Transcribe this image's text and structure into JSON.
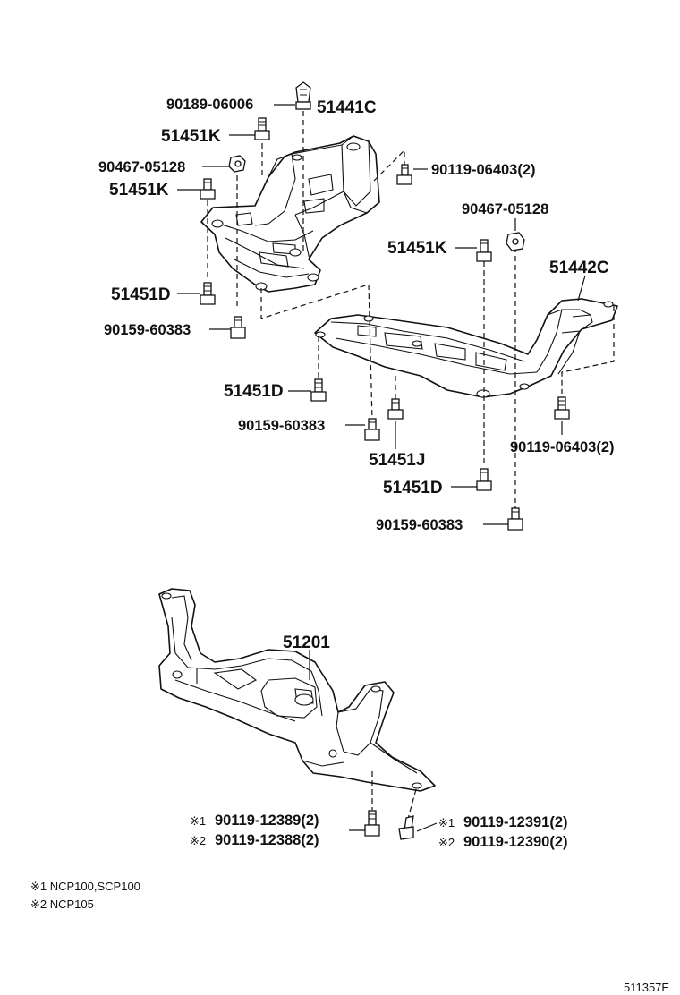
{
  "labels": {
    "p_90189_06006": "90189-06006",
    "p_51441C": "51441C",
    "p_51451K_a": "51451K",
    "p_90467_05128_a": "90467-05128",
    "p_90119_06403_a": "90119-06403(2)",
    "p_51451K_b": "51451K",
    "p_90467_05128_b": "90467-05128",
    "p_51451K_c": "51451K",
    "p_51442C": "51442C",
    "p_51451D_a": "51451D",
    "p_90159_60383_a": "90159-60383",
    "p_51451D_b": "51451D",
    "p_90159_60383_b": "90159-60383",
    "p_90119_06403_b": "90119-06403(2)",
    "p_51451J": "51451J",
    "p_51451D_c": "51451D",
    "p_90159_60383_c": "90159-60383",
    "p_51201": "51201",
    "note_mark_1a": "※1",
    "p_90119_12389": "90119-12389(2)",
    "note_mark_2a": "※2",
    "p_90119_12388": "90119-12388(2)",
    "note_mark_1b": "※1",
    "p_90119_12391": "90119-12391(2)",
    "note_mark_2b": "※2",
    "p_90119_12390": "90119-12390(2)"
  },
  "notes": {
    "note1": "※1 NCP100,SCP100",
    "note2": "※2 NCP105"
  },
  "diagram_id": "511357E"
}
